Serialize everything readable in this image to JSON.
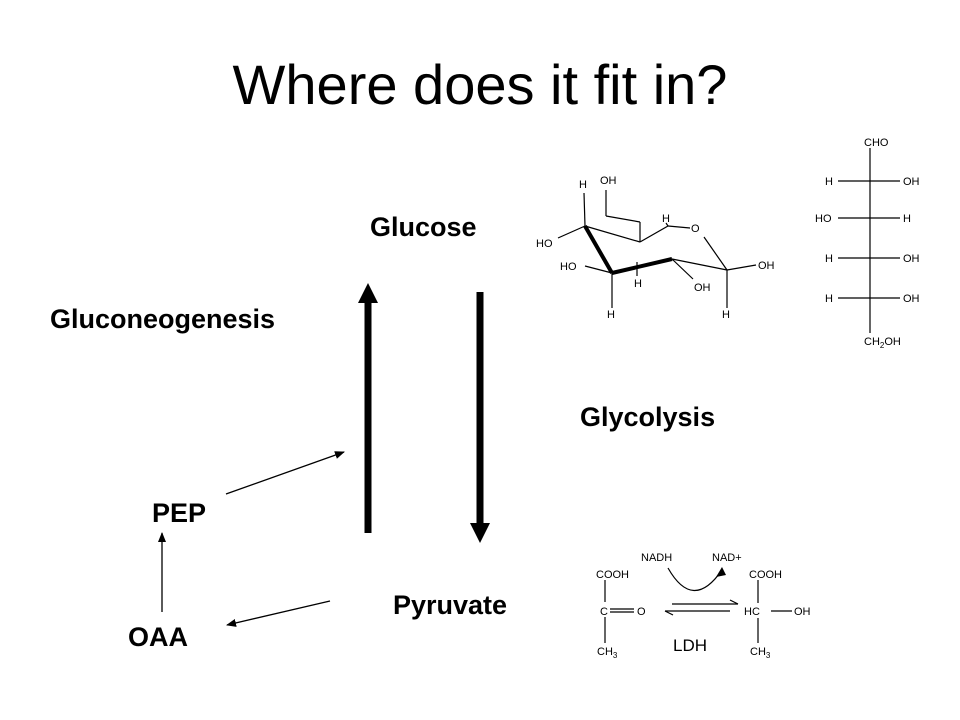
{
  "slide": {
    "title": "Where does it fit in?",
    "labels": {
      "glucose": "Glucose",
      "gluconeogenesis": "Gluconeogenesis",
      "glycolysis": "Glycolysis",
      "pep": "PEP",
      "oaa": "OAA",
      "pyruvate": "Pyruvate"
    },
    "ring": {
      "h1": "H",
      "oh1": "OH",
      "h2": "H",
      "o": "O",
      "ho1": "HO",
      "ho2": "HO",
      "h3": "H",
      "oh2": "OH",
      "oh3": "OH",
      "h4": "H",
      "h5": "H"
    },
    "fischer": {
      "cho": "CHO",
      "rows": [
        {
          "left": "H",
          "right": "OH"
        },
        {
          "left": "HO",
          "right": "H"
        },
        {
          "left": "H",
          "right": "OH"
        },
        {
          "left": "H",
          "right": "OH"
        }
      ],
      "ch2oh": "CH",
      "ch2oh_sub": "2",
      "ch2oh_tail": "OH"
    },
    "ldh_reaction": {
      "nadh": "NADH",
      "nad": "NAD+",
      "left_cooh": "COOH",
      "left_c": "C",
      "left_o": "O",
      "left_ch3": "CH",
      "left_ch3_sub": "3",
      "right_cooh": "COOH",
      "right_hc": "HC",
      "right_oh": "OH",
      "right_ch3": "CH",
      "right_ch3_sub": "3",
      "enzyme": "LDH"
    }
  }
}
